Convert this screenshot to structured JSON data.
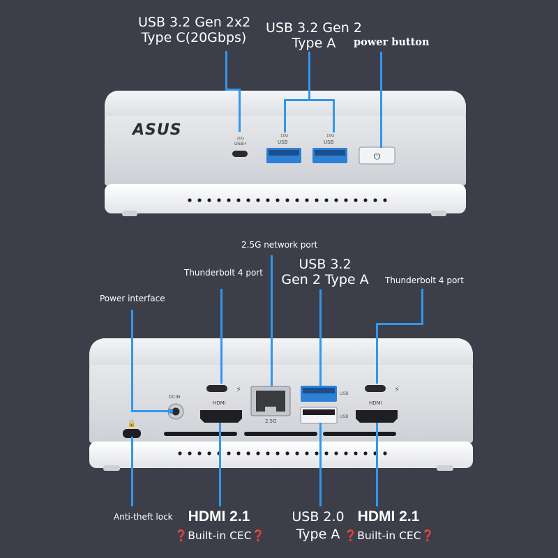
{
  "top": {
    "brand": "ASUS",
    "labels": {
      "usb_c": [
        "USB 3.2 Gen 2x2",
        "Type C(20Gbps)"
      ],
      "usb_a": [
        "USB 3.2 Gen 2",
        "Type A"
      ],
      "power": "power button"
    },
    "port_marks": {
      "usb_c_speed": "20G",
      "usb_c": "USB⚡",
      "usb_a1_speed": "10G",
      "usb_a1": "USB",
      "usb_a2_speed": "10G",
      "usb_a2": "USB"
    }
  },
  "bottom": {
    "labels": {
      "network": "2.5G network port",
      "tb_left": "Thunderbolt 4 port",
      "usb32": [
        "USB 3.2",
        "Gen 2 Type A"
      ],
      "tb_right": "Thunderbolt 4 port",
      "power_if": "Power interface",
      "lock": "Anti-theft lock",
      "hdmi_left": [
        "HDMI 2.1",
        "❓Built-in CEC❓"
      ],
      "usb20": [
        "USB 2.0",
        "Type A"
      ],
      "hdmi_right": [
        "HDMI 2.1",
        "❓Built-in CEC❓"
      ]
    },
    "port_marks": {
      "dcin": "DCIN",
      "hdmi1": "HDMI",
      "lan": "2.5G",
      "usb_blue": "USB",
      "usb_white": "USB",
      "hdmi2": "HDMI"
    }
  },
  "colors": {
    "background": "#3c3f4a",
    "callout": "#2f97ee",
    "chassis": "#e9eaec"
  }
}
